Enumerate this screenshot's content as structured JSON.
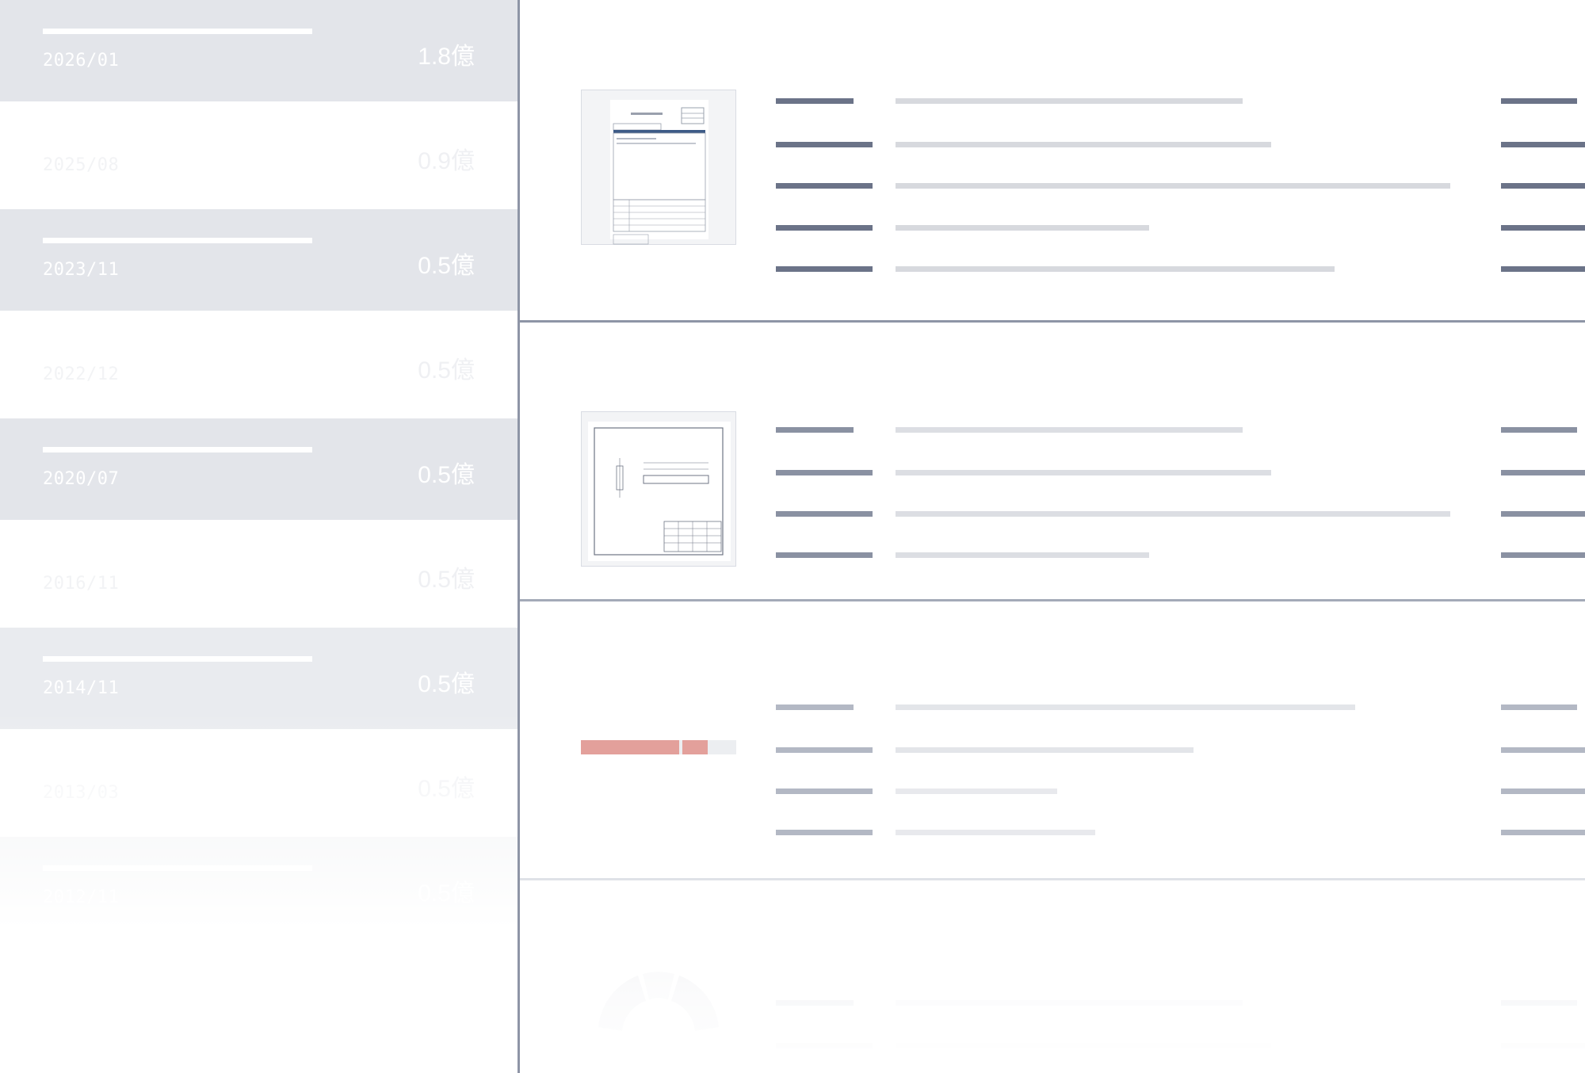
{
  "timeline": {
    "rows": [
      {
        "date": "2026/01",
        "amount": "1.8億"
      },
      {
        "date": "2025/08",
        "amount": "0.9億"
      },
      {
        "date": "2023/11",
        "amount": "0.5億"
      },
      {
        "date": "2022/12",
        "amount": "0.5億"
      },
      {
        "date": "2020/07",
        "amount": "0.5億"
      },
      {
        "date": "2016/11",
        "amount": "0.5億"
      },
      {
        "date": "2014/11",
        "amount": "0.5億"
      },
      {
        "date": "2013/03",
        "amount": "0.5億"
      },
      {
        "date": "2012/11",
        "amount": "0.5億"
      }
    ]
  },
  "cards": [
    {
      "thumbnail": "document-form-thumbnail"
    },
    {
      "thumbnail": "technical-drawing-thumbnail"
    },
    {
      "thumbnail": "progress-bar-placeholder"
    },
    {
      "thumbnail": "donut-chart-placeholder"
    }
  ],
  "colors": {
    "band": "#e3e5ea",
    "divider": "#8e95a6",
    "label_bar_dark": "#6b7388",
    "value_bar": "#d7d9de",
    "accent_red": "#e3a09b"
  }
}
